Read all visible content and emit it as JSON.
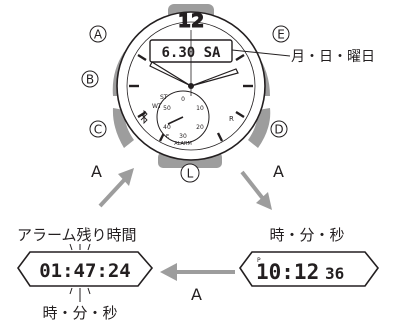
{
  "watch": {
    "buttons": {
      "a": "A",
      "b": "B",
      "c": "C",
      "d": "D",
      "e": "E",
      "l": "L"
    },
    "numeral_12": "12",
    "lcd_text": "6.30 SA",
    "dial_labels": {
      "st": "ST",
      "wt": "WT",
      "r": "R",
      "e": "E",
      "alarm": "ALARM"
    },
    "subdial_ticks": [
      "0",
      "10",
      "20",
      "30",
      "40",
      "50"
    ]
  },
  "callout": {
    "date_label": "月・日・曜日"
  },
  "arrows": {
    "left_label": "A",
    "right_label": "A",
    "bottom_label": "A"
  },
  "panels": {
    "alarm": {
      "title": "アラーム残り時間",
      "display": "01:47:24",
      "caption": "時・分・秒"
    },
    "time": {
      "title": "時・分・秒",
      "indicator": "P",
      "display": "10:12",
      "seconds": "36"
    }
  },
  "colors": {
    "bezel_gray": "#9d9d9d",
    "line": "#231f20",
    "lcd_bg": "#ffffff"
  }
}
